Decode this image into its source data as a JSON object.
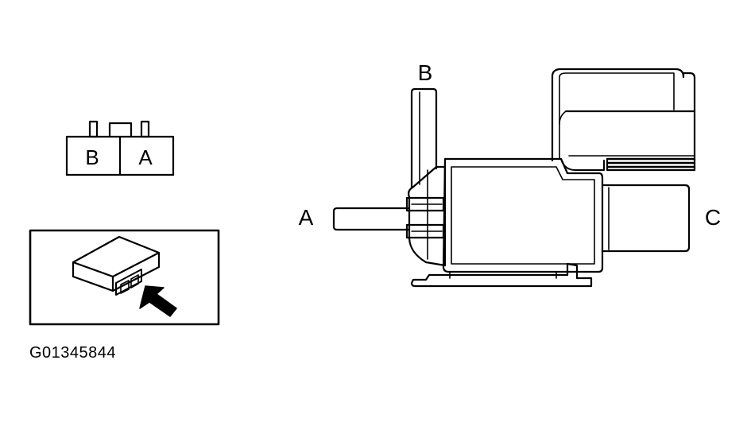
{
  "connector_face": {
    "pin_left": "B",
    "pin_right": "A"
  },
  "valve": {
    "port_top": "B",
    "port_left": "A",
    "port_right": "C"
  },
  "figure_id": "G01345844",
  "colors": {
    "line": "#000000",
    "background": "#ffffff"
  }
}
